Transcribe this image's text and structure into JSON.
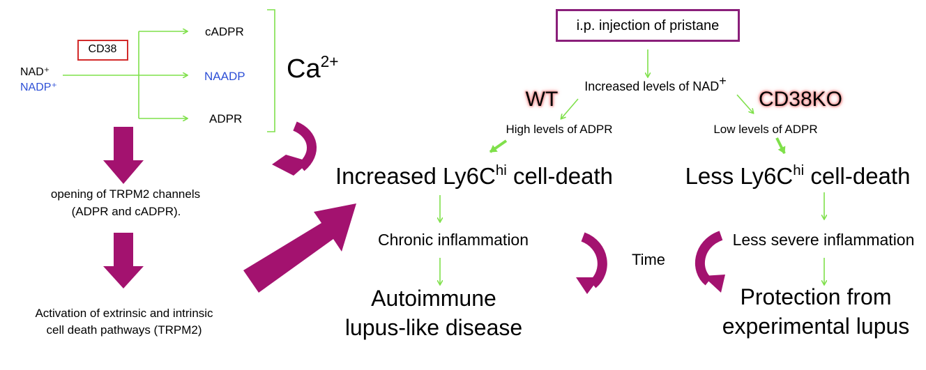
{
  "colors": {
    "arrow_green": "#7fe04a",
    "arrow_magenta": "#a3126f",
    "blue_text": "#2d4fd6",
    "red_box": "#d22a2a",
    "purple_box": "#8a1f7a",
    "wt_glow": "#f3a3a3"
  },
  "left": {
    "cd38_label": "CD38",
    "nad": "NAD⁺",
    "nadp": "NADP⁺",
    "cadpr": "cADPR",
    "naadp": "NAADP",
    "adpr": "ADPR",
    "ca_base": "Ca",
    "ca_sup": "2+",
    "trpm2_line1": "opening of TRPM2 channels",
    "trpm2_line2": "(ADPR and cADPR).",
    "activation_line1": "Activation of extrinsic and intrinsic",
    "activation_line2": "cell death pathways (TRPM2)"
  },
  "right": {
    "injection": "i.p. injection of pristane",
    "nad_increase_text": "Increased levels of NAD",
    "nad_increase_sup": "+",
    "wt": "WT",
    "ko": "CD38KO",
    "high_adpr": "High levels of ADPR",
    "low_adpr": "Low levels of ADPR",
    "inc_death_pre": "Increased Ly6C",
    "inc_death_sup": "hi",
    "inc_death_post": " cell-death",
    "less_death_pre": "Less Ly6C",
    "less_death_sup": "hi",
    "less_death_post": " cell-death",
    "chronic": "Chronic inflammation",
    "less_severe": "Less severe inflammation",
    "time": "Time",
    "autoimmune_line1": "Autoimmune",
    "autoimmune_line2": "lupus-like disease",
    "protection_line1": "Protection from",
    "protection_line2": "experimental lupus"
  }
}
